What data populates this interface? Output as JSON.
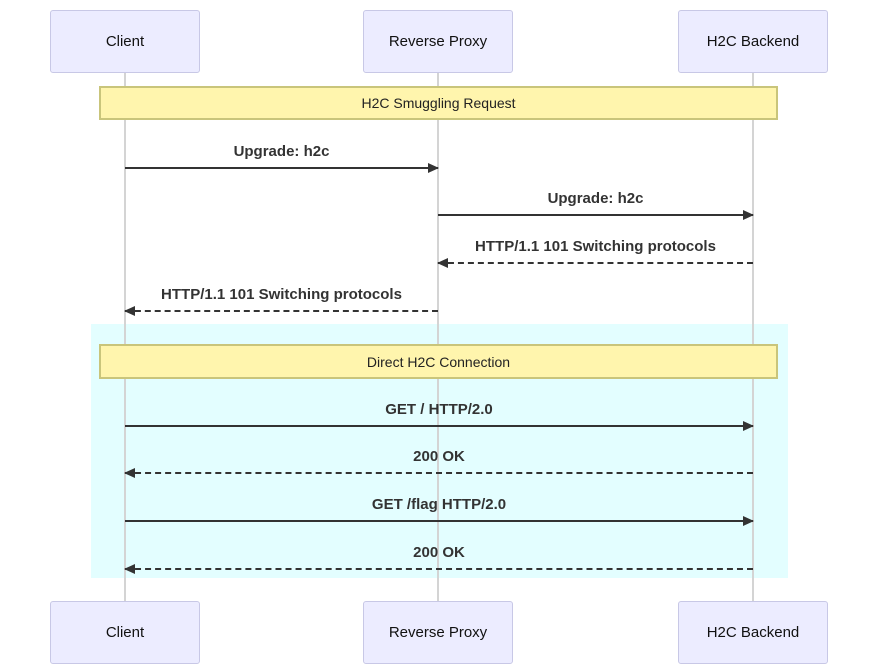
{
  "diagram": {
    "type": "sequence-diagram",
    "actors": [
      {
        "id": "client",
        "label": "Client"
      },
      {
        "id": "reverse-proxy",
        "label": "Reverse Proxy"
      },
      {
        "id": "h2c-backend",
        "label": "H2C Backend"
      }
    ],
    "notes": [
      {
        "label": "H2C Smuggling Request"
      },
      {
        "label": "Direct H2C Connection"
      }
    ],
    "messages": [
      {
        "from": "Client",
        "to": "Reverse Proxy",
        "label": "Upgrade: h2c",
        "line": "solid"
      },
      {
        "from": "Reverse Proxy",
        "to": "H2C Backend",
        "label": "Upgrade: h2c",
        "line": "solid"
      },
      {
        "from": "H2C Backend",
        "to": "Reverse Proxy",
        "label": "HTTP/1.1 101 Switching protocols",
        "line": "dashed"
      },
      {
        "from": "Reverse Proxy",
        "to": "Client",
        "label": "HTTP/1.1 101 Switching protocols",
        "line": "dashed"
      },
      {
        "from": "Client",
        "to": "H2C Backend",
        "label": "GET / HTTP/2.0",
        "line": "solid"
      },
      {
        "from": "H2C Backend",
        "to": "Client",
        "label": "200 OK",
        "line": "dashed"
      },
      {
        "from": "Client",
        "to": "H2C Backend",
        "label": "GET /flag HTTP/2.0",
        "line": "solid"
      },
      {
        "from": "H2C Backend",
        "to": "Client",
        "label": "200 OK",
        "line": "dashed"
      }
    ],
    "colors": {
      "actor_fill": "#ececff",
      "actor_border": "#c8c8e6",
      "note_fill": "#fff5ad",
      "note_border": "#c9c57b",
      "highlight_fill": "#e3feff",
      "arrow": "#333333",
      "lifeline": "#d4d4d4"
    }
  }
}
